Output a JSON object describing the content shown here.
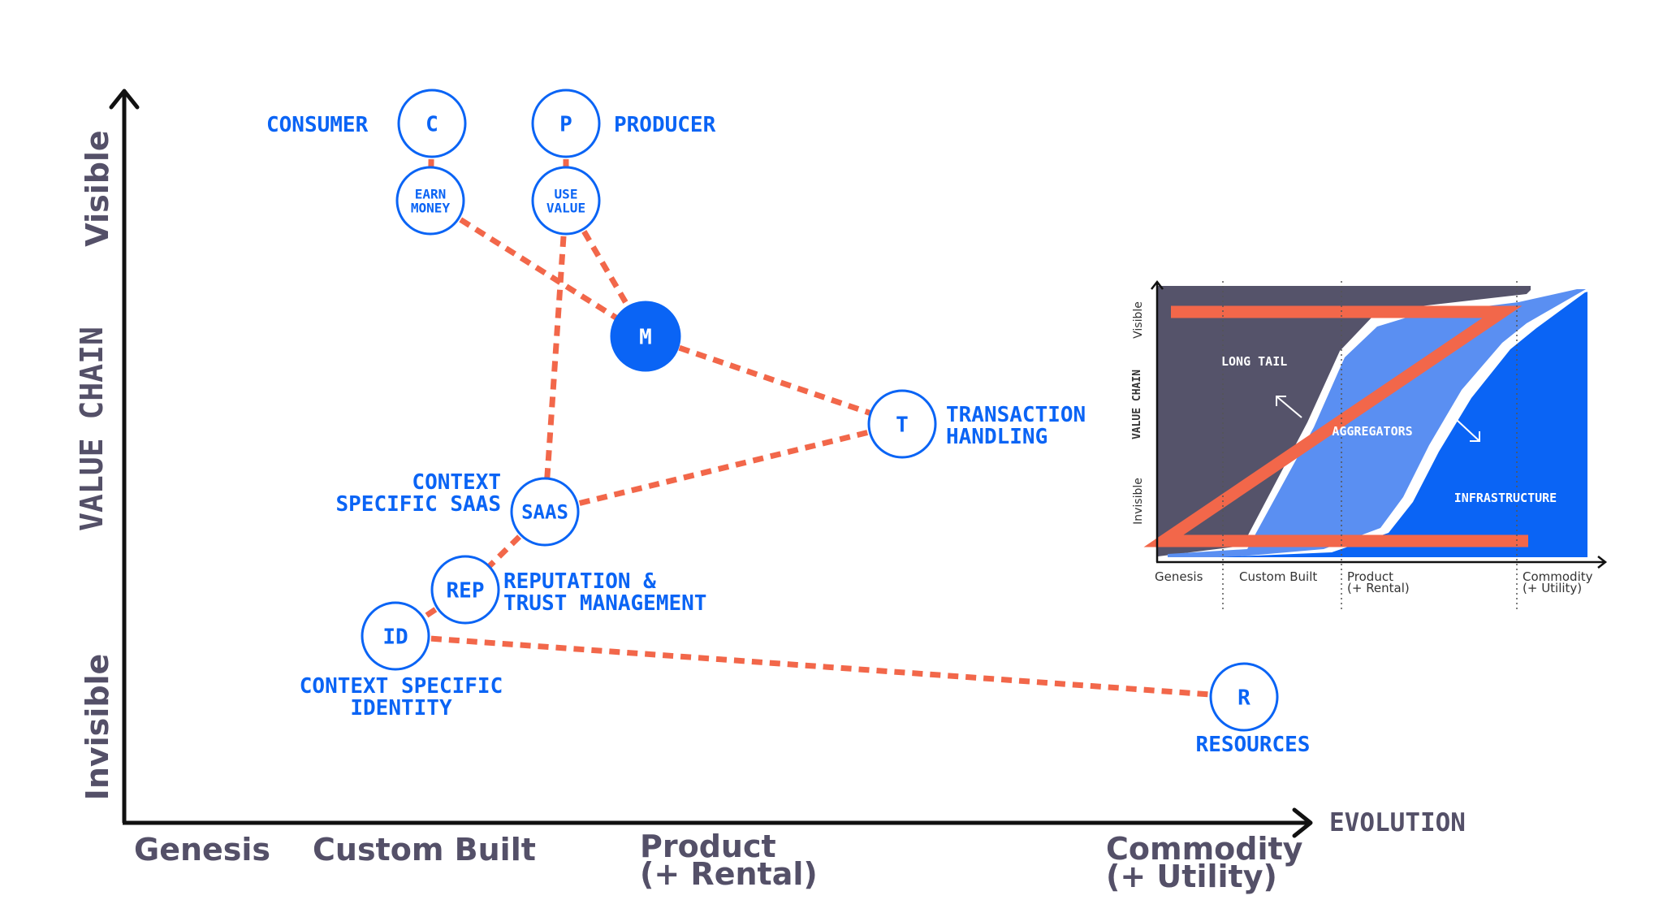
{
  "axes": {
    "y_label": "VALUE CHAIN",
    "y_top": "Visible",
    "y_bottom": "Invisible",
    "x_label": "EVOLUTION",
    "x_stages": [
      {
        "lines": [
          "Genesis"
        ]
      },
      {
        "lines": [
          "Custom Built"
        ]
      },
      {
        "lines": [
          "Product",
          "(+ Rental)"
        ]
      },
      {
        "lines": [
          "Commodity",
          "(+ Utility)"
        ]
      }
    ]
  },
  "nodes": [
    {
      "id": "consumer",
      "abbr": "C",
      "label": [
        "CONSUMER"
      ]
    },
    {
      "id": "producer",
      "abbr": "P",
      "label": [
        "PRODUCER"
      ]
    },
    {
      "id": "earn-money",
      "abbr": [
        "EARN",
        "MONEY"
      ],
      "label": []
    },
    {
      "id": "use-value",
      "abbr": [
        "USE",
        "VALUE"
      ],
      "label": []
    },
    {
      "id": "marketplace",
      "abbr": "M",
      "label": [],
      "filled": true
    },
    {
      "id": "transaction",
      "abbr": "T",
      "label": [
        "TRANSACTION",
        "HANDLING"
      ]
    },
    {
      "id": "saas",
      "abbr": "SAAS",
      "label": [
        "CONTEXT",
        "SPECIFIC SAAS"
      ]
    },
    {
      "id": "rep",
      "abbr": "REP",
      "label": [
        "REPUTATION &",
        "TRUST MANAGEMENT"
      ]
    },
    {
      "id": "identity",
      "abbr": "ID",
      "label": [
        "CONTEXT SPECIFIC",
        "IDENTITY"
      ]
    },
    {
      "id": "resources",
      "abbr": "R",
      "label": [
        "RESOURCES"
      ]
    }
  ],
  "links": [
    [
      "consumer",
      "earn-money"
    ],
    [
      "producer",
      "use-value"
    ],
    [
      "earn-money",
      "marketplace"
    ],
    [
      "use-value",
      "marketplace"
    ],
    [
      "use-value",
      "saas"
    ],
    [
      "marketplace",
      "transaction"
    ],
    [
      "saas",
      "transaction"
    ],
    [
      "saas",
      "rep"
    ],
    [
      "rep",
      "identity"
    ],
    [
      "identity",
      "resources"
    ]
  ],
  "inset": {
    "y_label": "VALUE CHAIN",
    "y_top": "Visible",
    "y_bottom": "Invisible",
    "x_stages": [
      {
        "lines": [
          "Genesis"
        ]
      },
      {
        "lines": [
          "Custom Built"
        ]
      },
      {
        "lines": [
          "Product",
          "(+ Rental)"
        ]
      },
      {
        "lines": [
          "Commodity",
          "(+ Utility)"
        ]
      }
    ],
    "regions": {
      "long_tail": "LONG TAIL",
      "aggregators": "AGGREGATORS",
      "infrastructure": "INFRASTRUCTURE"
    }
  },
  "colors": {
    "primary": "#0a64f5",
    "line": "#f2674a",
    "axis": "#111111",
    "axis_text": "#545068",
    "long_tail": "#55536a",
    "aggregators": "#5a8ff2",
    "infrastructure": "#0a64f5"
  }
}
